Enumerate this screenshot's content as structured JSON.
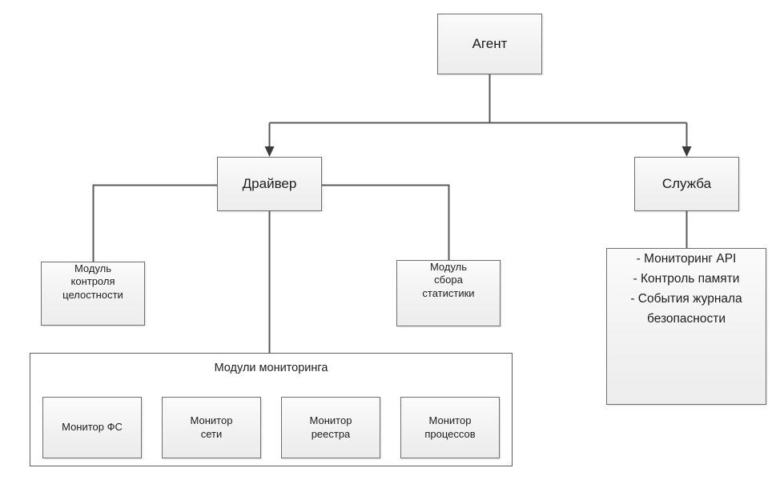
{
  "diagram": {
    "title": "Agent architecture block diagram",
    "nodes": {
      "agent": {
        "label": "Агент"
      },
      "driver": {
        "label": "Драйвер"
      },
      "service": {
        "label": "Служба"
      },
      "integrity_module": {
        "lines": [
          "Модуль",
          "контроля",
          "целостности"
        ]
      },
      "stats_module": {
        "lines": [
          "Модуль",
          "сбора",
          "статистики"
        ]
      },
      "service_features": {
        "lines": [
          "- Мониторинг API",
          "- Контроль памяти",
          "- События журнала",
          "безопасности"
        ]
      }
    },
    "monitoring_group": {
      "title": "Модули мониторинга",
      "modules": [
        {
          "lines": [
            "Монитор ФС"
          ]
        },
        {
          "lines": [
            "Монитор",
            "сети"
          ]
        },
        {
          "lines": [
            "Монитор",
            "реестра"
          ]
        },
        {
          "lines": [
            "Монитор",
            "процессов"
          ]
        }
      ]
    },
    "colors": {
      "box_border": "#6e6e6e",
      "box_fill": "#f2f2f2",
      "group_border": "#5d5d5d",
      "connector": "#595959",
      "text": "#1d1d1d",
      "background": "#ffffff"
    },
    "connectors": [
      {
        "from": "agent",
        "to": "driver",
        "arrow": "true"
      },
      {
        "from": "agent",
        "to": "service",
        "arrow": "true"
      },
      {
        "from": "driver",
        "to": "integrity_module",
        "arrow": "false"
      },
      {
        "from": "driver",
        "to": "stats_module",
        "arrow": "false"
      },
      {
        "from": "driver",
        "to": "monitoring_group",
        "arrow": "false"
      },
      {
        "from": "service",
        "to": "service_features",
        "arrow": "false"
      }
    ]
  }
}
